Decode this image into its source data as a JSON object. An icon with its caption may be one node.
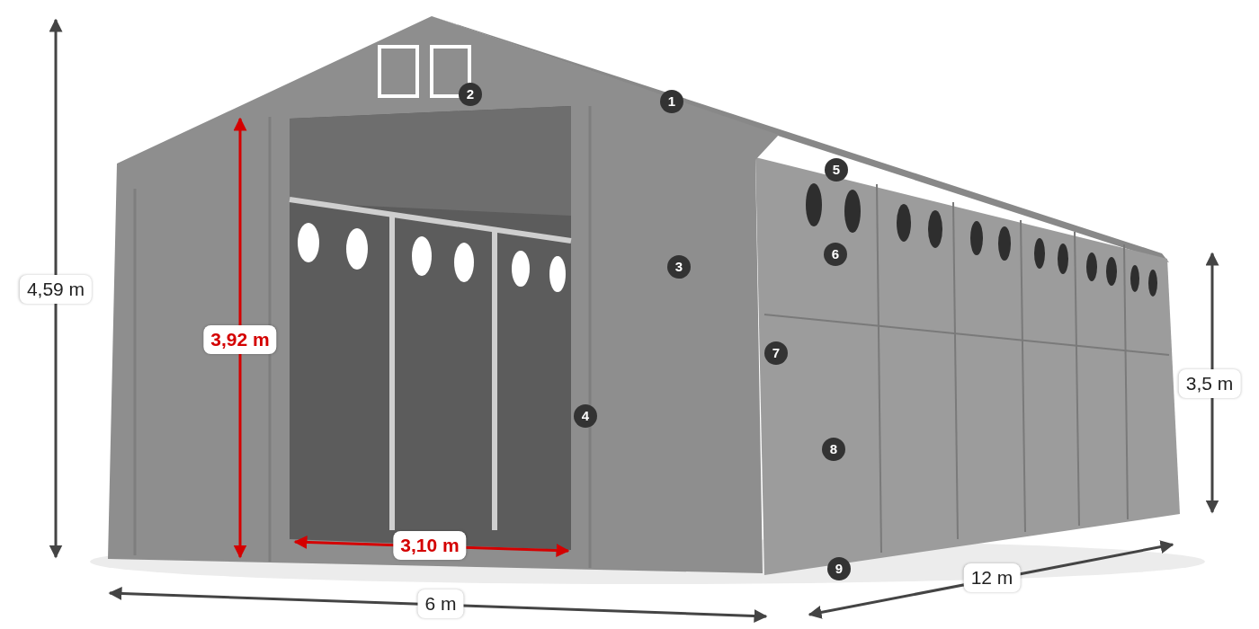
{
  "diagram": {
    "labels": [
      "2",
      "1",
      "5",
      "3",
      "6",
      "4,59 m",
      "3,92 m",
      "7",
      "3,5 m",
      "4",
      "8",
      "3,10 m",
      "9",
      "12 m",
      "6 m"
    ]
  }
}
